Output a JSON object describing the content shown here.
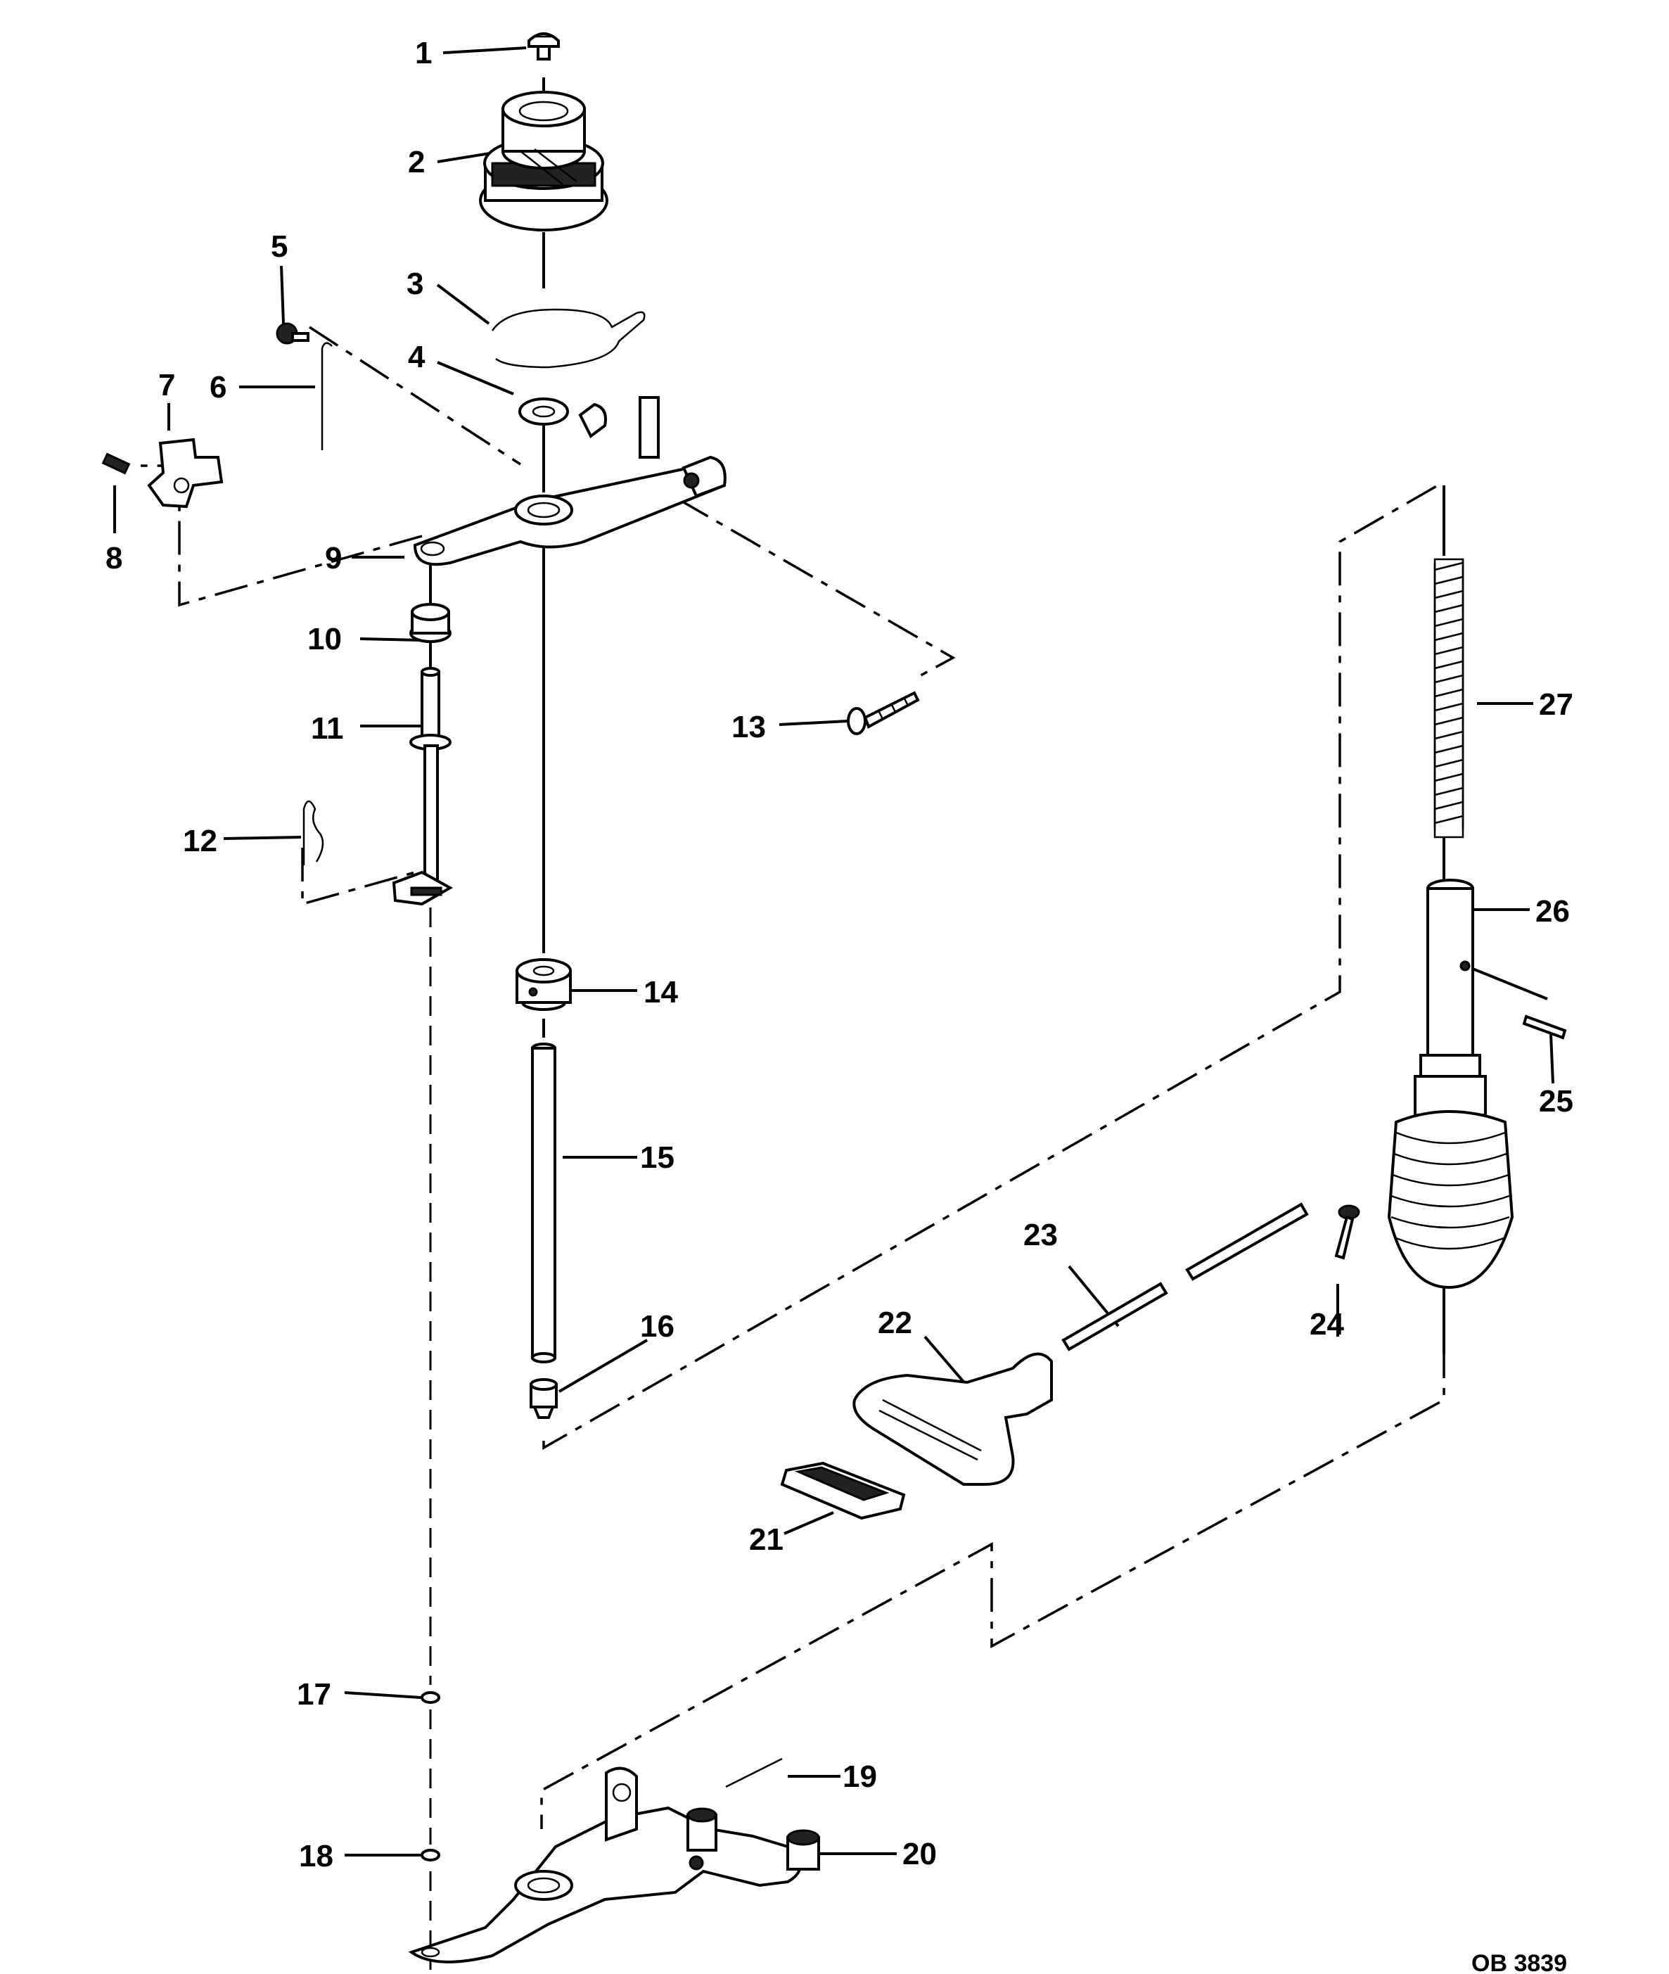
{
  "figure": {
    "code": "OB 3839",
    "callouts": [
      "1",
      "2",
      "3",
      "4",
      "5",
      "6",
      "7",
      "8",
      "9",
      "10",
      "11",
      "12",
      "13",
      "14",
      "15",
      "16",
      "17",
      "18",
      "19",
      "20",
      "21",
      "22",
      "23",
      "24",
      "25",
      "26",
      "27"
    ]
  }
}
